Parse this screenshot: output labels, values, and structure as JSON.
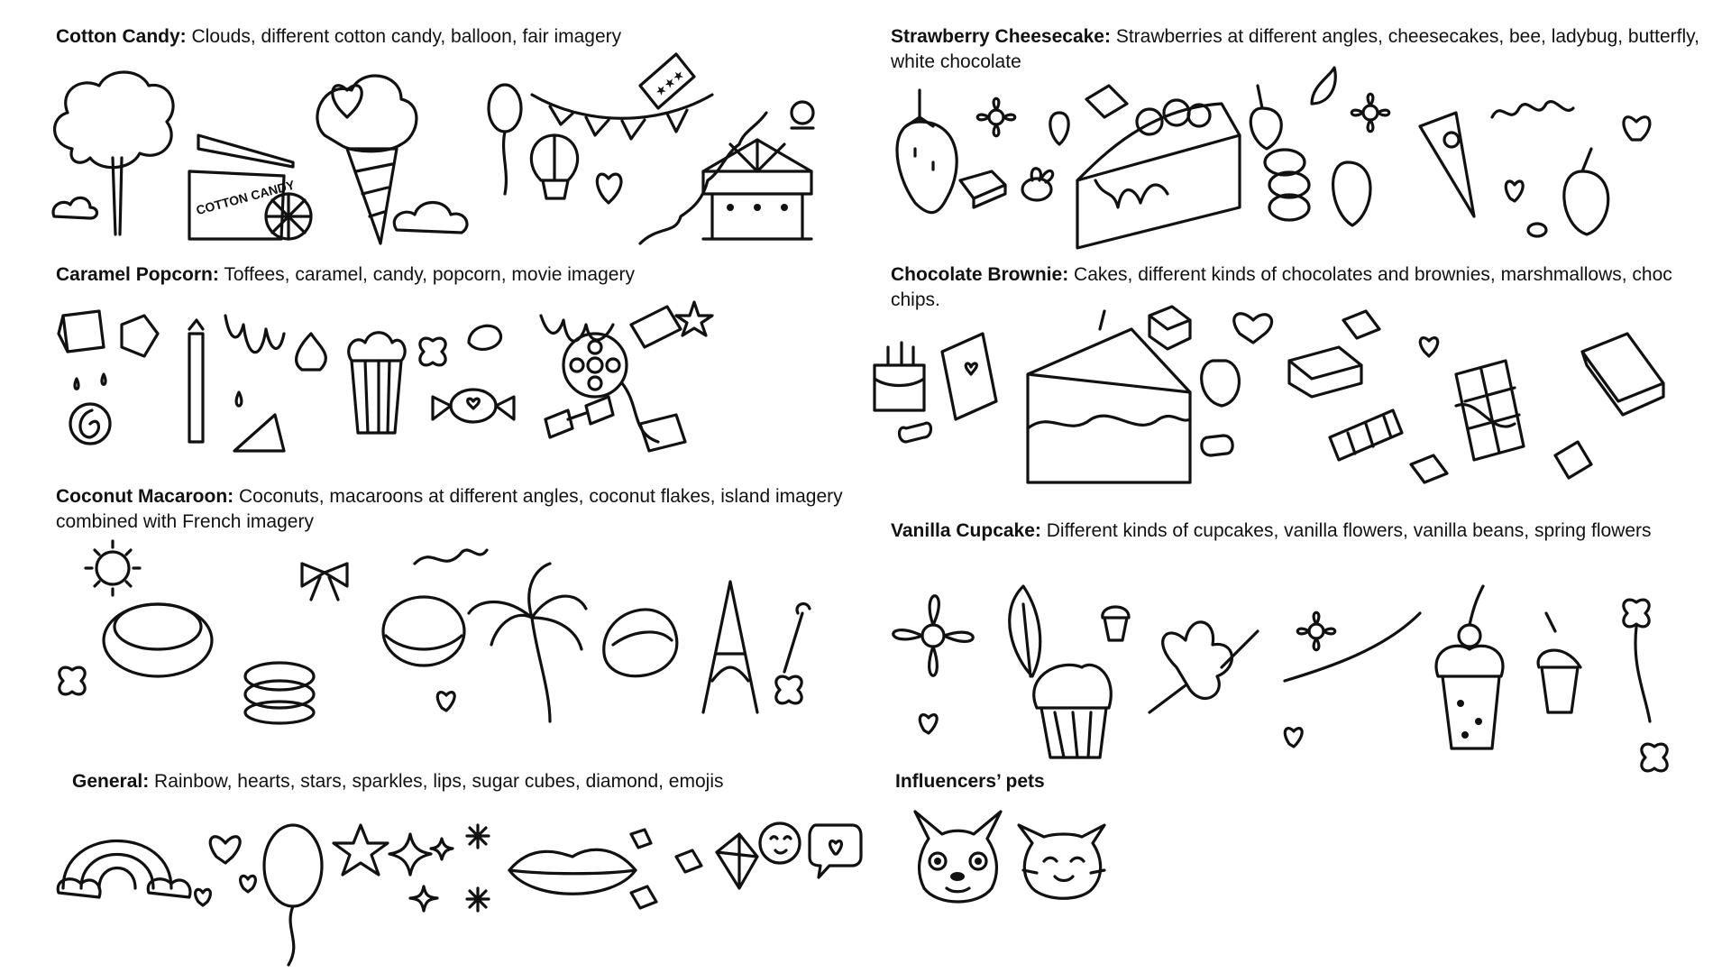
{
  "sections": {
    "cotton_candy": {
      "title": "Cotton Candy:",
      "desc": " Clouds, different cotton candy, balloon, fair imagery",
      "cart_sign": "COTTON CANDY",
      "ticket_stars": "★★★"
    },
    "strawberry_cheesecake": {
      "title": "Strawberry Cheesecake:",
      "desc": " Strawberries at different angles, cheesecakes, bee, ladybug, butterfly, white chocolate"
    },
    "caramel_popcorn": {
      "title": "Caramel Popcorn:",
      "desc": " Toffees, caramel, candy, popcorn, movie imagery"
    },
    "chocolate_brownie": {
      "title": "Chocolate Brownie:",
      "desc": " Cakes, different kinds of chocolates and brownies, marshmallows, choc chips."
    },
    "coconut_macaroon": {
      "title": "Coconut Macaroon:",
      "desc": " Coconuts, macaroons at different angles, coconut flakes, island imagery combined with French imagery"
    },
    "vanilla_cupcake": {
      "title": "Vanilla Cupcake:",
      "desc": " Different kinds of cupcakes, vanilla flowers, vanilla beans, spring flowers"
    },
    "general": {
      "title": "General:",
      "desc": " Rainbow, hearts, stars, sparkles, lips, sugar cubes, diamond, emojis"
    },
    "pets": {
      "title": "Influencers’ pets",
      "desc": ""
    }
  },
  "colors": {
    "ink": "#111111",
    "background": "#ffffff"
  },
  "icons": [
    "cotton-candy-icon",
    "cart-icon",
    "balloon-icon",
    "bunting-icon",
    "carousel-icon",
    "strawberry-icon",
    "cheesecake-icon",
    "bee-icon",
    "butterfly-icon",
    "popcorn-icon",
    "candy-icon",
    "film-reel-icon",
    "glasses-icon",
    "cake-slice-icon",
    "chocolate-bar-icon",
    "marshmallow-icon",
    "coconut-icon",
    "macaroon-icon",
    "palm-tree-icon",
    "eiffel-tower-icon",
    "cupcake-icon",
    "flower-icon",
    "rainbow-icon",
    "heart-icon",
    "star-icon",
    "sparkle-icon",
    "lips-icon",
    "sugar-cube-icon",
    "diamond-icon",
    "emoji-icon",
    "dog-icon",
    "cat-icon"
  ]
}
